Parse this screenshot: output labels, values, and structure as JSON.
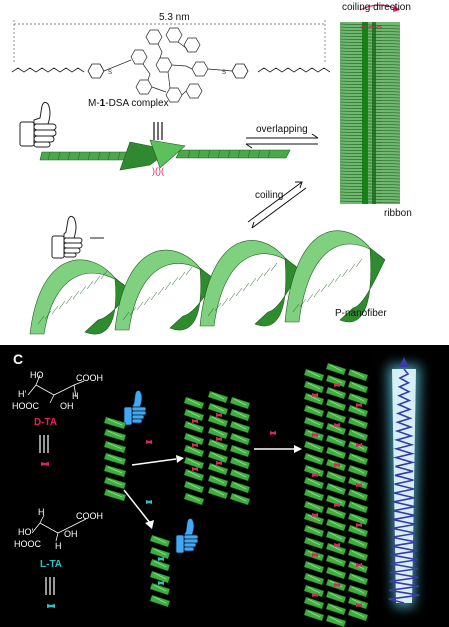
{
  "top": {
    "dimension": "5.3 nm",
    "complex_label_prefix": "M-",
    "complex_label_num": "1",
    "complex_label_suffix": "-DSA complex",
    "equiv_symbol": "|||",
    "overlapping": "overlapping",
    "coiling": "coiling",
    "coiling_direction": "coiling direction",
    "ribbon": "ribbon",
    "nanofiber": "P-nanofiber"
  },
  "bottom": {
    "panel_letter": "C",
    "dta_label": "D-TA",
    "lta_label": "L-TA",
    "cooh": "COOH",
    "hooc": "HOOC",
    "ho": "HO",
    "oh": "OH",
    "h": "H",
    "h_ho": "HO’",
    "h_dash": "H’",
    "equiv_symbol": "|||"
  },
  "colors": {
    "helix_green": "#2e8b2e",
    "helix_light": "#7fd17f",
    "dta_red": "#e0245a",
    "lta_cyan": "#2bc3c3",
    "glow": "#66e0ff",
    "spring": "#3a3aa8"
  }
}
